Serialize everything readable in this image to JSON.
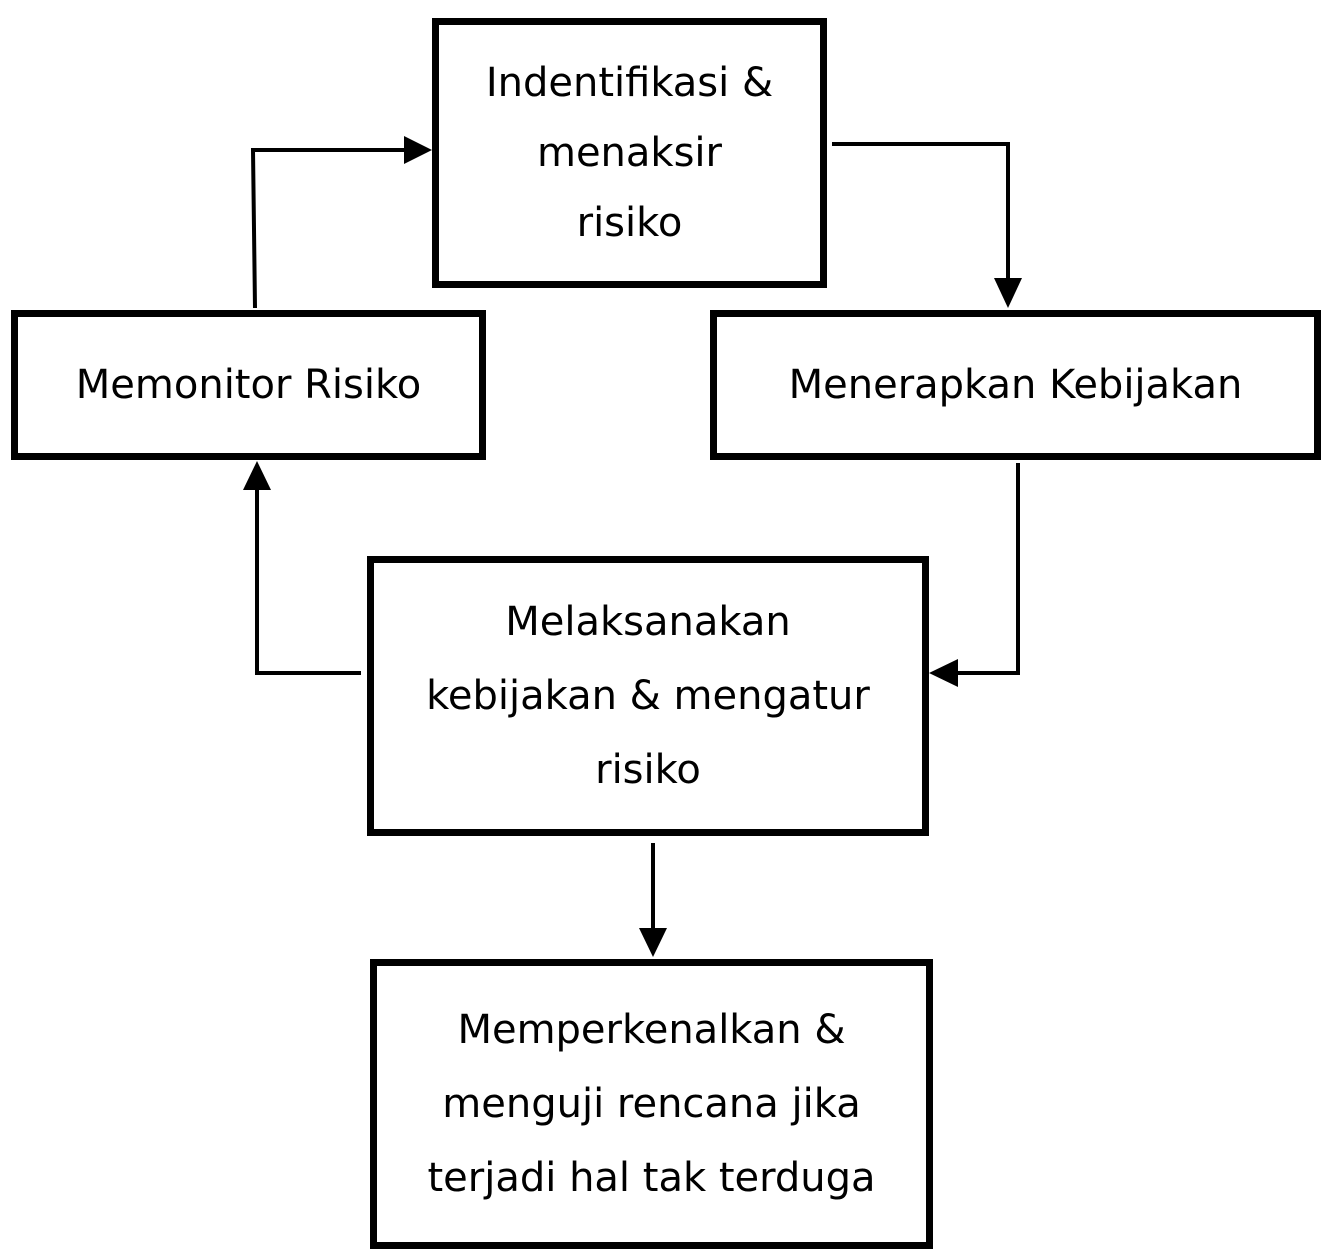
{
  "boxes": {
    "identify": {
      "lines": [
        "Indentifikasi &",
        "menaksir",
        "risiko"
      ]
    },
    "monitor": {
      "lines": [
        "Memonitor Risiko"
      ]
    },
    "apply": {
      "lines": [
        "Menerapkan Kebijakan"
      ]
    },
    "execute": {
      "lines": [
        "Melaksanakan",
        "kebijakan & mengatur",
        "risiko"
      ]
    },
    "introduce": {
      "lines": [
        "Memperkenalkan &",
        "menguji rencana jika",
        "terjadi hal tak terduga"
      ]
    }
  },
  "flow": [
    {
      "from": "monitor",
      "to": "identify"
    },
    {
      "from": "identify",
      "to": "apply"
    },
    {
      "from": "apply",
      "to": "execute"
    },
    {
      "from": "execute",
      "to": "monitor"
    },
    {
      "from": "execute",
      "to": "introduce"
    }
  ]
}
